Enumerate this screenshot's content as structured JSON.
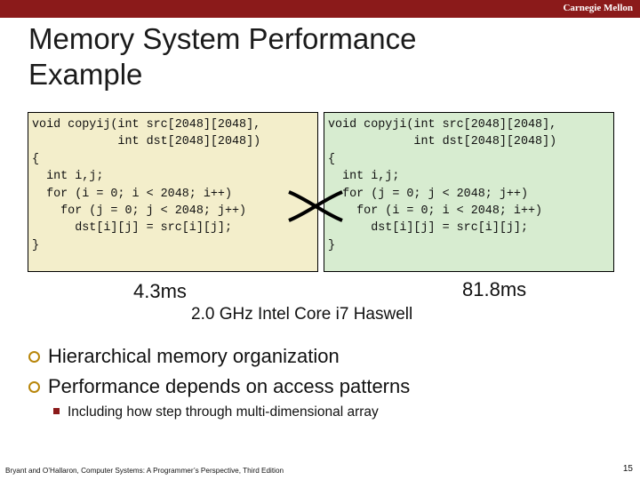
{
  "header": {
    "brand": "Carnegie Mellon",
    "bar_color": "#8b1a1a"
  },
  "slide": {
    "title": "Memory System Performance\n Example",
    "code_left": "void copyij(int src[2048][2048],\n            int dst[2048][2048])\n{\n  int i,j;\n  for (i = 0; i < 2048; i++)\n    for (j = 0; j < 2048; j++)\n      dst[i][j] = src[i][j];\n}",
    "code_right": "void copyji(int src[2048][2048],\n            int dst[2048][2048])\n{\n  int i,j;\n  for (j = 0; j < 2048; j++)\n    for (i = 0; i < 2048; i++)\n      dst[i][j] = src[i][j];\n}",
    "time_left": "4.3ms",
    "time_right": "81.8ms",
    "cpu": "2.0 GHz Intel Core i7 Haswell",
    "bullets": [
      "Hierarchical memory organization",
      "Performance depends on access patterns"
    ],
    "subbullet": "Including how step through multi-dimensional array"
  },
  "footer": {
    "text": "Bryant and O’Hallaron, Computer Systems: A Programmer’s Perspective, Third Edition",
    "page": "15"
  },
  "colors": {
    "left_box": "#f3eecb",
    "right_box": "#d7ecd0",
    "bullet": "#b8860b"
  }
}
